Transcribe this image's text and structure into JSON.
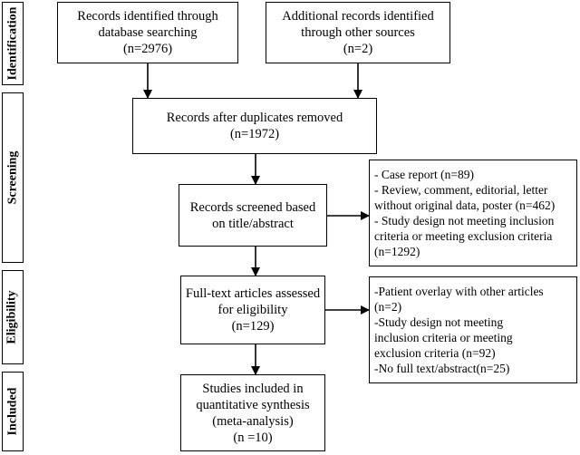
{
  "stages": [
    {
      "id": "identification",
      "label": "Identification"
    },
    {
      "id": "screening",
      "label": "Screening"
    },
    {
      "id": "eligibility",
      "label": "Eligibility"
    },
    {
      "id": "included",
      "label": "Included"
    }
  ],
  "boxes": {
    "db_search": [
      "Records identified through",
      "database searching",
      "(n=2976)"
    ],
    "other_sources": [
      "Additional records identified",
      "through other sources",
      "(n=2)"
    ],
    "after_duplicates": [
      "Records after duplicates removed",
      "(n=1972)"
    ],
    "screened": [
      "Records screened based",
      "on title/abstract"
    ],
    "screen_excluded": [
      "- Case report (n=89)",
      "- Review, comment, editorial, letter",
      "without original data, poster (n=462)",
      "- Study design not meeting inclusion",
      "criteria or meeting exclusion criteria",
      "(n=1292)"
    ],
    "fulltext": [
      "Full-text articles assessed",
      "for eligibility",
      "(n=129)"
    ],
    "fulltext_excluded": [
      "-Patient overlay with other articles",
      "(n=2)",
      "-Study design not meeting",
      "inclusion criteria or meeting",
      "exclusion criteria (n=92)",
      "-No full text/abstract(n=25)"
    ],
    "included": [
      "Studies included in",
      "quantitative synthesis",
      "(meta-analysis)",
      "(n =10)"
    ]
  },
  "colors": {
    "stroke": "#000000",
    "background": "#ffffff"
  }
}
